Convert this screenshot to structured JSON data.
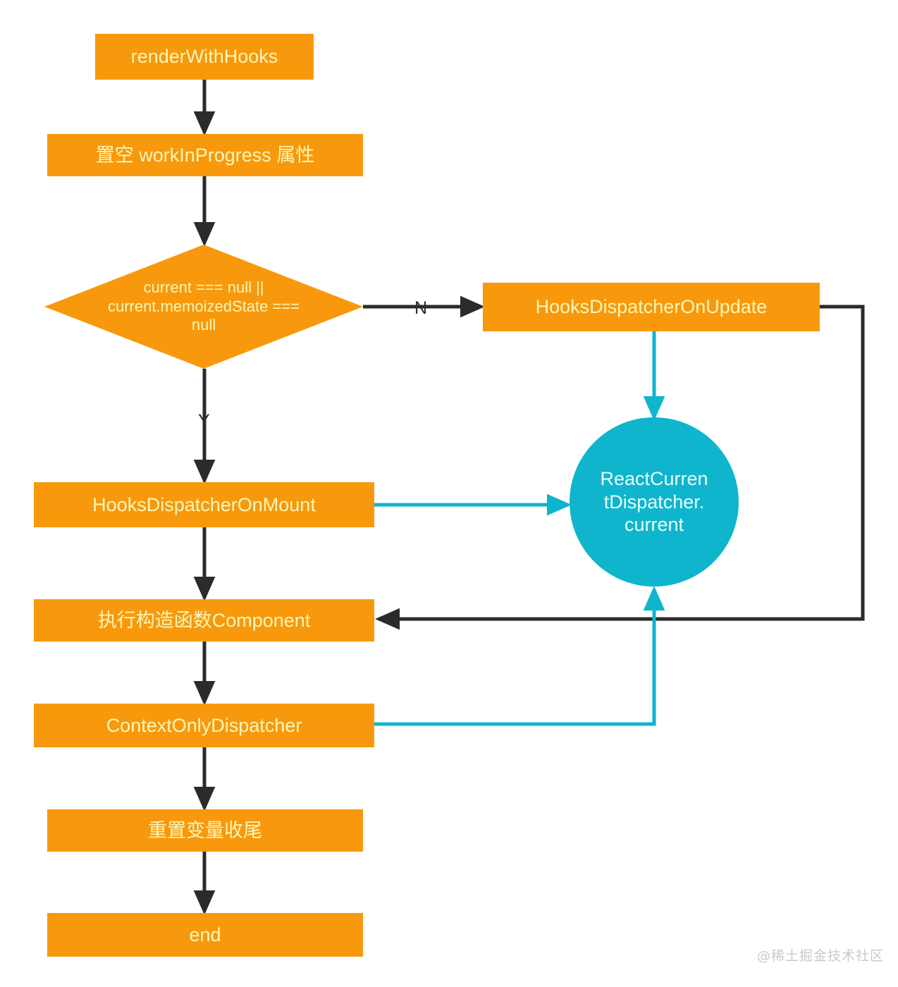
{
  "diagram": {
    "title": "renderWithHooks flowchart",
    "colors": {
      "node_fill": "#f8990d",
      "node_text": "#fdf6b8",
      "circle_fill": "#0fb5cd",
      "circle_text": "#eafcff",
      "flow_edge": "#2b2b2b",
      "dispatcher_edge": "#0fb5cd",
      "background": "#ffffff",
      "watermark": "#c9c9c9"
    },
    "nodes": [
      {
        "id": "renderWithHooks",
        "shape": "box",
        "label": "renderWithHooks"
      },
      {
        "id": "clearWip",
        "shape": "box",
        "label": "置空 workInProgress 属性"
      },
      {
        "id": "decision",
        "shape": "diamond",
        "label": "current === null ||\ncurrent.memoizedState ===\nnull"
      },
      {
        "id": "onUpdate",
        "shape": "box",
        "label": "HooksDispatcherOnUpdate"
      },
      {
        "id": "onMount",
        "shape": "box",
        "label": "HooksDispatcherOnMount"
      },
      {
        "id": "dispatcherCurrent",
        "shape": "circle",
        "label": "ReactCurren\ntDispatcher.\ncurrent"
      },
      {
        "id": "runComponent",
        "shape": "box",
        "label": "执行构造函数Component"
      },
      {
        "id": "contextOnly",
        "shape": "box",
        "label": "ContextOnlyDispatcher"
      },
      {
        "id": "resetVars",
        "shape": "box",
        "label": "重置变量收尾"
      },
      {
        "id": "end",
        "shape": "box",
        "label": "end"
      }
    ],
    "edge_labels": {
      "no": "N",
      "yes": "Y"
    },
    "watermark": "@稀土掘金技术社区"
  }
}
